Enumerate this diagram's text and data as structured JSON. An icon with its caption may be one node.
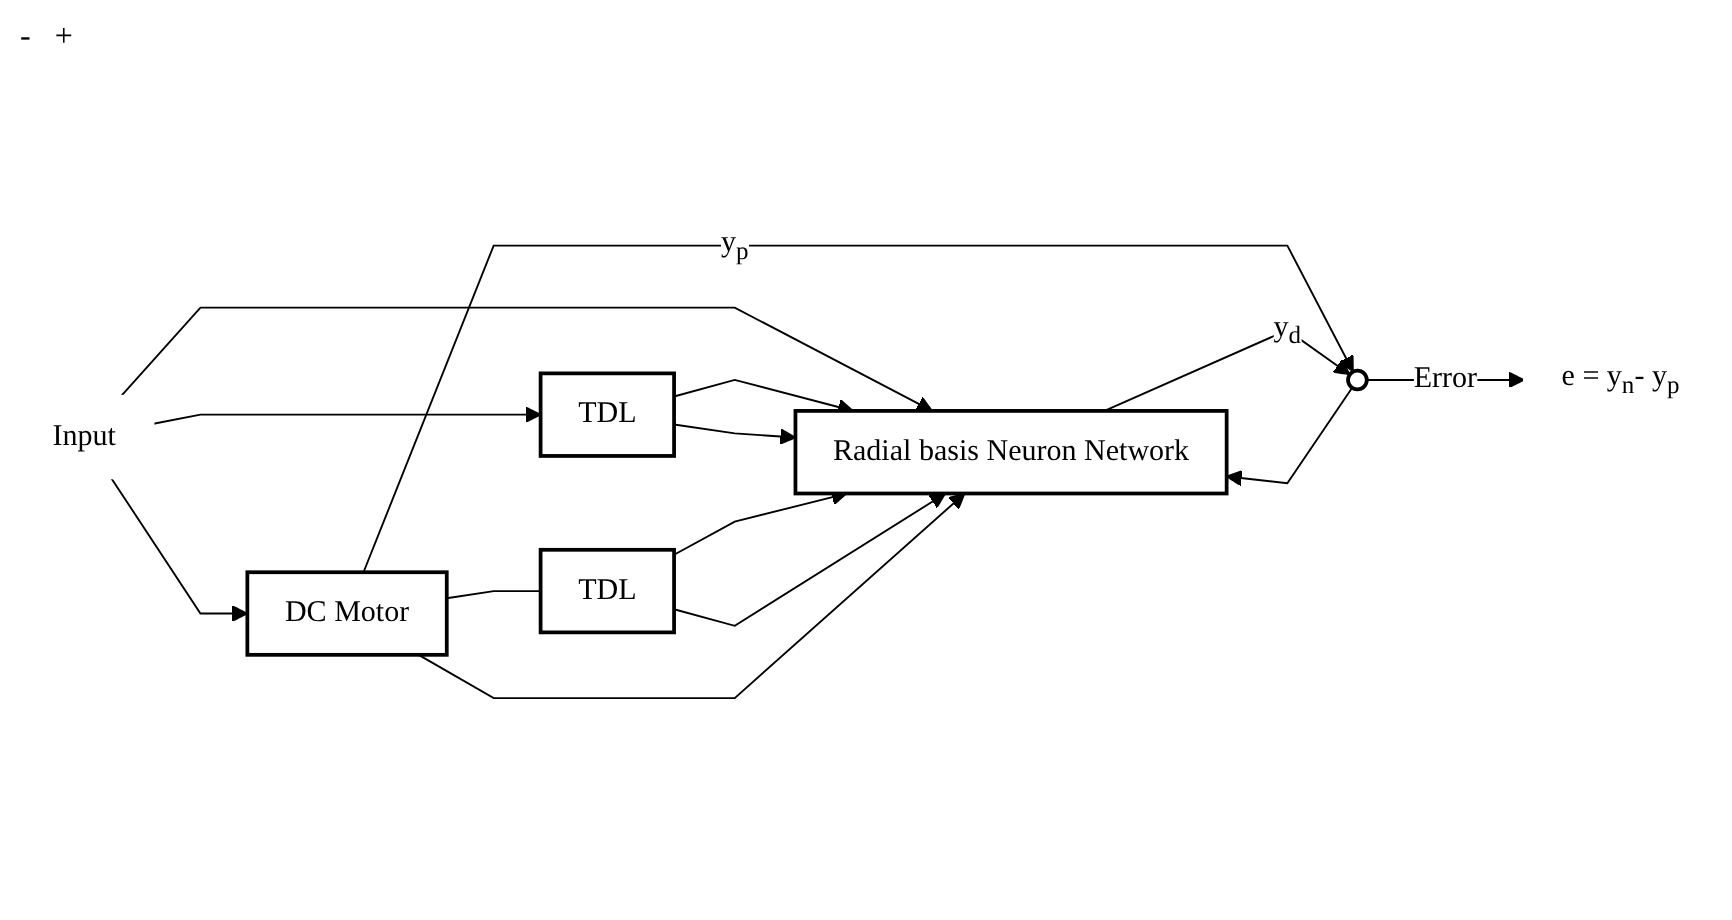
{
  "diagram": {
    "nodes": [
      {
        "text": [
          "Input"
        ]
      },
      {
        "text": [
          "DC Motor"
        ]
      },
      {
        "text": [
          "TDL"
        ]
      },
      {
        "text": [
          "TDL"
        ]
      },
      {
        "text": [
          "Radial basis Neuron Network"
        ]
      },
      {
        "text": [],
        "shape": "circle"
      },
      {
        "text": [
          "e = y$_{n}$- y$_{p}$"
        ]
      }
    ],
    "edges": [
      {
        "from": 0,
        "to": 1,
        "arrow": "to"
      },
      {
        "from": 0,
        "to": 2,
        "arrow": "to"
      },
      {
        "from": 0,
        "to": 4,
        "arrow": "to"
      },
      {
        "from": 2,
        "to": 4,
        "arrow": "to"
      },
      {
        "from": 2,
        "to": 4,
        "arrow": "to"
      },
      {
        "from": 1,
        "to": 3,
        "arrow": "none"
      },
      {
        "from": 3,
        "to": 4,
        "arrow": "to"
      },
      {
        "from": 3,
        "to": 4,
        "arrow": "to"
      },
      {
        "from": 1,
        "to": 4,
        "arrow": "to"
      },
      {
        "from": 1,
        "to": 5,
        "arrow": "to",
        "label": "y$_{p}$"
      },
      {
        "from": 4,
        "to": 5,
        "arrow": "to",
        "label": "y$_{d}$"
      },
      {
        "from": 5,
        "to": 6,
        "arrow": "to",
        "label": "Error"
      },
      {
        "from": 5,
        "to": 4,
        "arrow": "to"
      }
    ],
    "labels": [
      "-",
      "+"
    ]
  }
}
